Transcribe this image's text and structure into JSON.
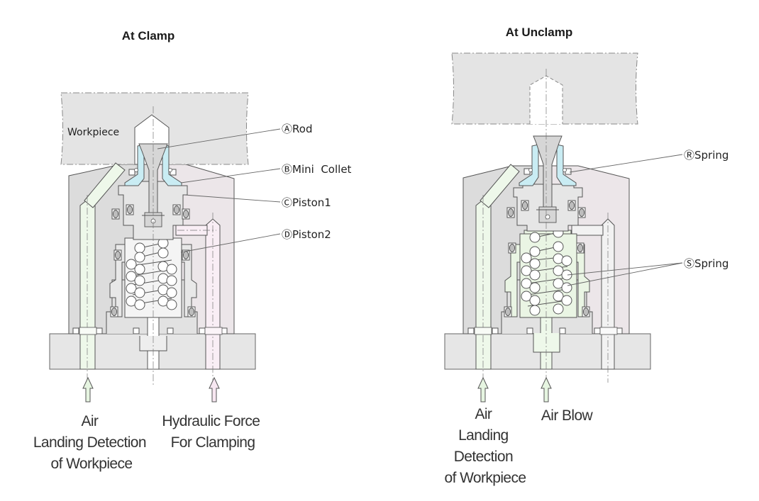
{
  "figure": {
    "panels": [
      {
        "title": "At Clamp",
        "workpiece_label": "Workpiece",
        "callouts": [
          {
            "marker": "Ⓐ",
            "text": "Rod"
          },
          {
            "marker": "Ⓑ",
            "text": "Mini  Collet"
          },
          {
            "marker": "Ⓒ",
            "text": "Piston1"
          },
          {
            "marker": "Ⓓ",
            "text": "Piston2"
          }
        ],
        "inputs": [
          {
            "icon": "up-arrow-icon",
            "lines": [
              "Air",
              "Landing Detection",
              "of Workpiece"
            ],
            "color": "#e6f5e1"
          },
          {
            "icon": "up-arrow-icon",
            "lines": [
              "Hydraulic Force",
              "For Clamping"
            ],
            "color": "#f7e7f1"
          }
        ]
      },
      {
        "title": "At Unclamp",
        "callouts": [
          {
            "marker": "Ⓡ",
            "text": "Spring"
          },
          {
            "marker": "Ⓢ",
            "text": "Spring"
          }
        ],
        "inputs": [
          {
            "icon": "up-arrow-icon",
            "lines": [
              "Air",
              "Landing",
              "Detection",
              "of Workpiece"
            ],
            "color": "#e6f5e1"
          },
          {
            "icon": "up-arrow-icon",
            "lines": [
              "Air Blow"
            ],
            "color": "#e6f5e1"
          }
        ]
      }
    ],
    "colors": {
      "workpiece": "#e4e4e4",
      "body": "#dcdcdc",
      "body_right": "#ece8ea",
      "collet": "#c9ecf3",
      "rod": "#d6d6d6",
      "air_channel": "#eef8ea",
      "hydraulic_channel": "#f9eef5",
      "spring_chamber_clamp": "#f2f2f2",
      "spring_chamber_unclamp": "#eaf5e4",
      "base": "#e6e6e6",
      "line": "#555555"
    }
  }
}
